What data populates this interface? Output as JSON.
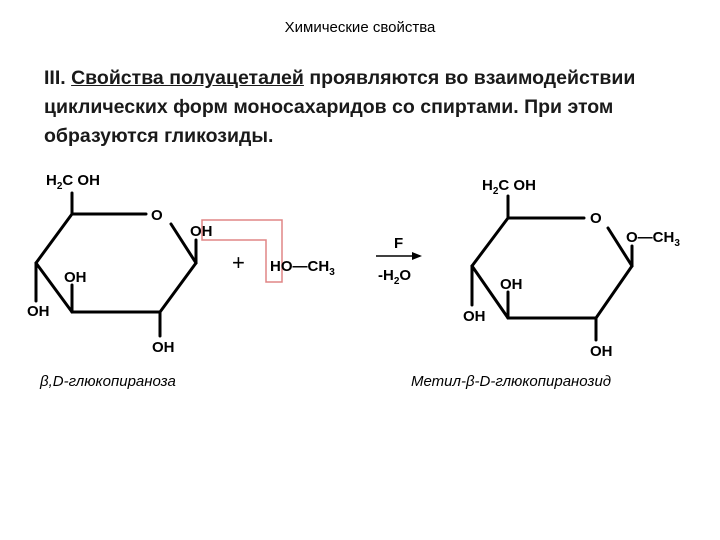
{
  "slide": {
    "title": "Химические свойства",
    "intro_numeral": "III. ",
    "intro_underlined": "Свойства полуацеталей",
    "intro_rest": " проявляются во взаимодействии циклических форм моносахаридов со спиртами. При этом образуются гликозиды."
  },
  "left_molecule": {
    "ch2oh_h": "H",
    "ch2oh_sub": "2",
    "ch2oh_rest": "C OH",
    "ring_o": "O",
    "oh_c1": "OH",
    "oh_c2": "OH",
    "oh_c3": "OH",
    "oh_c4": "OH",
    "caption_beta": "β",
    "caption_rest": ",D-глюкопираноза"
  },
  "reagent": {
    "plus": "+",
    "h": "H",
    "o_ch": "O—CH",
    "ch_sub": "3"
  },
  "arrow": {
    "top": "F",
    "bottom_prefix": "-H",
    "bottom_sub": "2",
    "bottom_suffix": "O"
  },
  "right_molecule": {
    "ch2oh_h": "H",
    "ch2oh_sub": "2",
    "ch2oh_rest": "C OH",
    "ring_o": "O",
    "och3": "O—CH",
    "och3_sub": "3",
    "oh_c2": "OH",
    "oh_c3": "OH",
    "oh_c4": "OH",
    "caption_prefix": "Метил-",
    "caption_beta": "β",
    "caption_rest": "-D-глюкопиранозид"
  },
  "colors": {
    "highlight_box": "#e08585",
    "text": "#000000"
  }
}
